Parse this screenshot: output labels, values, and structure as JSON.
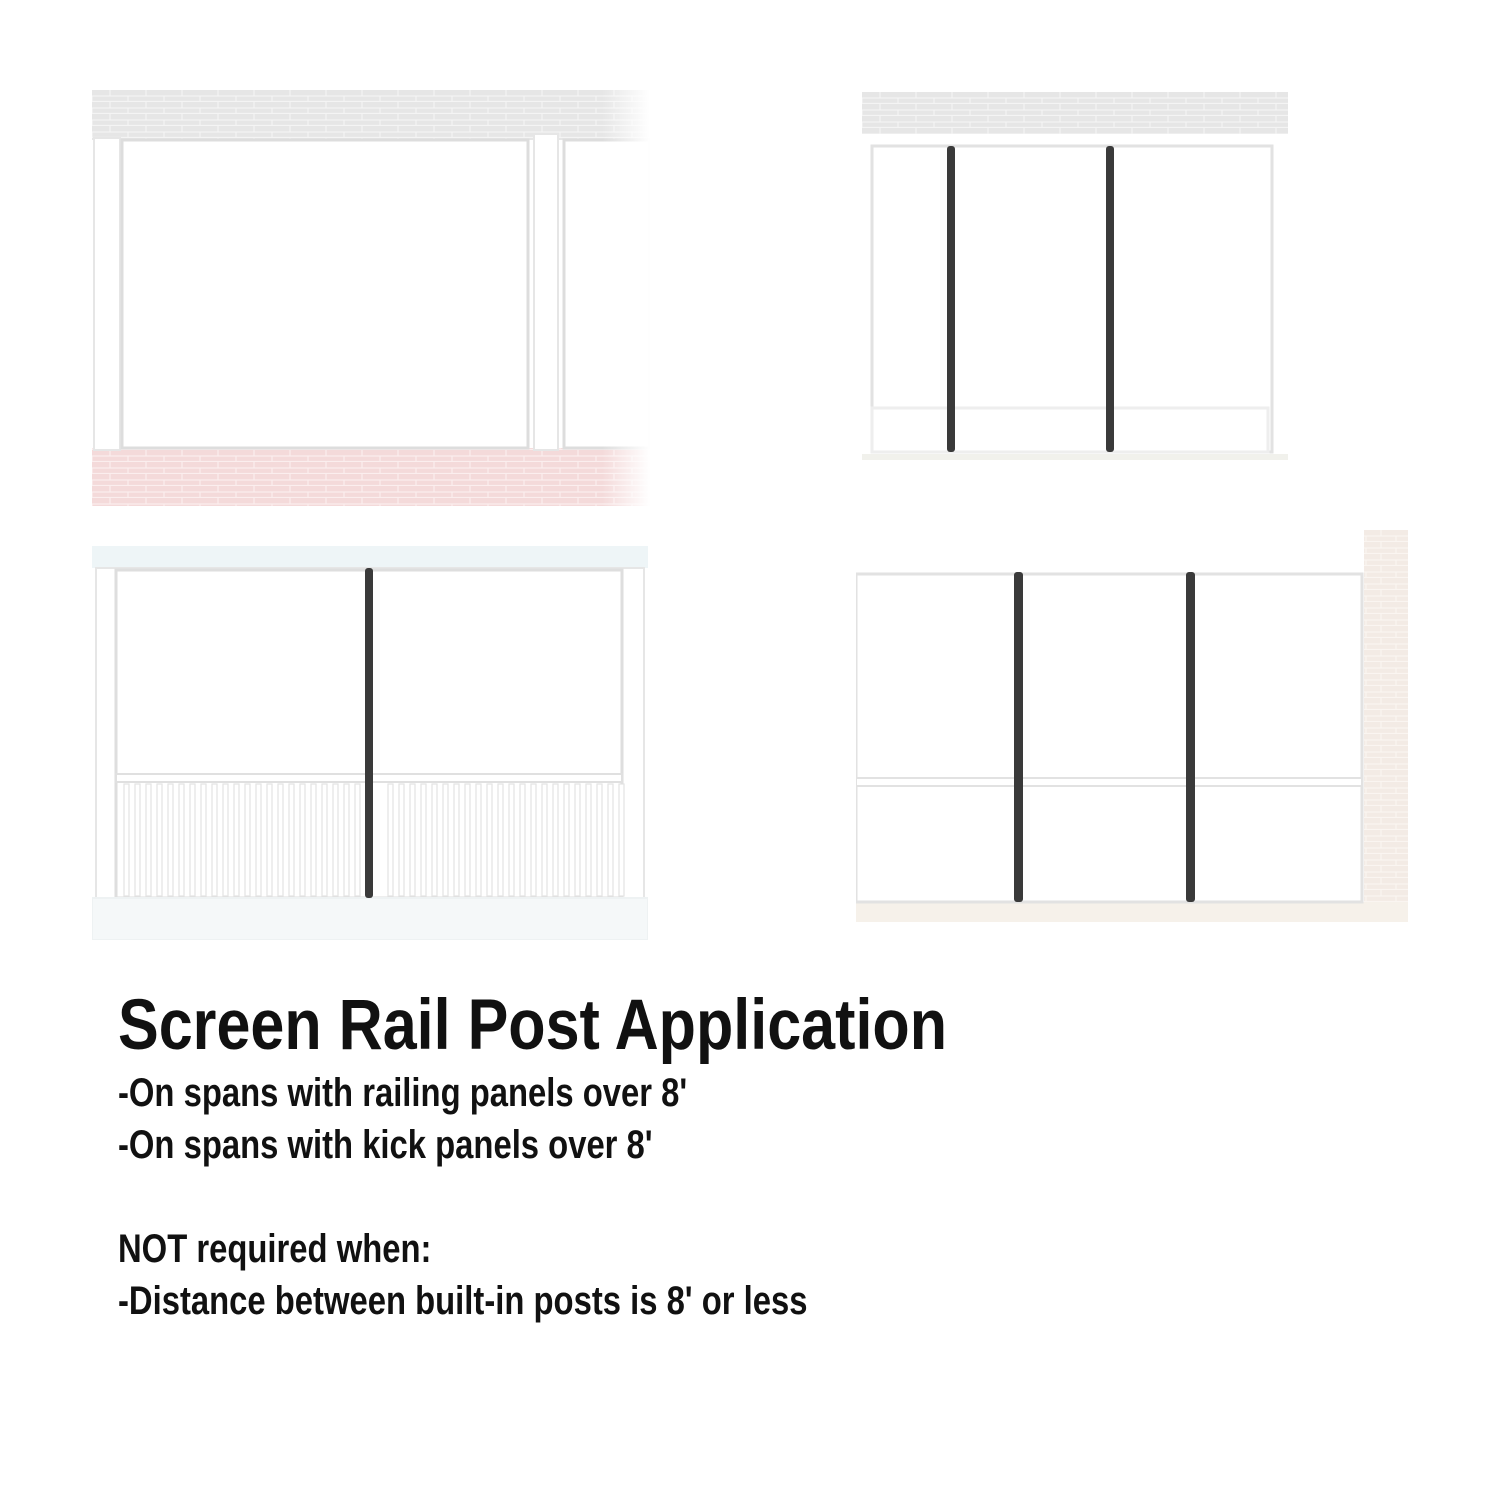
{
  "title": "Screen Rail Post Application",
  "requirements": [
    "-On spans with railing panels over 8'",
    "-On spans with kick panels over 8'"
  ],
  "exception_heading": "NOT required when:",
  "exceptions": [
    "-Distance between built-in posts is 8' or less"
  ],
  "colors": {
    "post": "#3a3a3a",
    "frame": "#e4e4e4",
    "brick_gray": "#e2e2e2",
    "brick_red": "#f3dcdc",
    "brick_cream": "#f4ece5",
    "header_blue": "#eef5f7"
  }
}
